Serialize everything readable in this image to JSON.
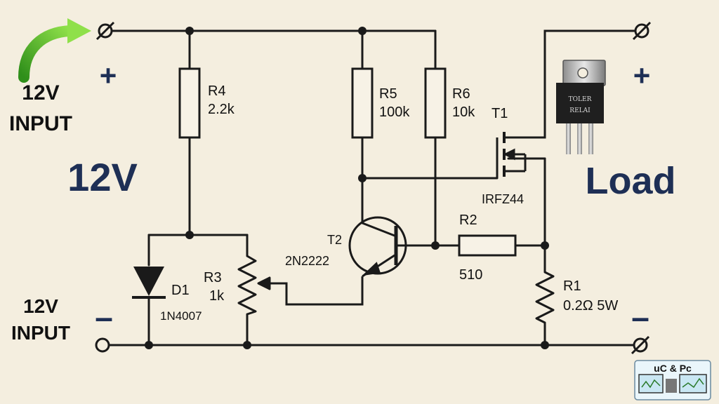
{
  "colors": {
    "background": "#f4eedf",
    "wire": "#1a1a1a",
    "label_navy": "#1e2f55",
    "arrow_green": "#4caf24"
  },
  "input": {
    "top_label_line1": "12V",
    "top_label_line2": "INPUT",
    "top_sign": "+",
    "bottom_label_line1": "12V",
    "bottom_label_line2": "INPUT",
    "bottom_sign": "–",
    "voltage_big": "12V"
  },
  "output": {
    "plus_sign": "+",
    "minus_sign": "–",
    "load_label": "Load"
  },
  "components": {
    "r4": {
      "ref": "R4",
      "value": "2.2k"
    },
    "r5": {
      "ref": "R5",
      "value": "100k"
    },
    "r6": {
      "ref": "R6",
      "value": "10k"
    },
    "r3": {
      "ref": "R3",
      "value": "1k"
    },
    "r2": {
      "ref": "R2",
      "value": "510"
    },
    "r1": {
      "ref": "R1",
      "value": "0.2Ω 5W"
    },
    "d1": {
      "ref": "D1",
      "value": "1N4007"
    },
    "t1": {
      "ref": "T1",
      "value": "IRFZ44"
    },
    "t2": {
      "ref": "T2",
      "value": "2N2222"
    }
  },
  "load_package_text": {
    "line1": "TOLER",
    "line2": "RELAI"
  },
  "logo": {
    "text": "uC & Pc"
  }
}
